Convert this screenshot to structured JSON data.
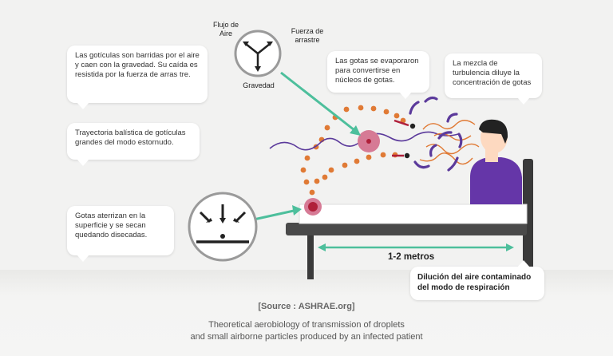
{
  "bubbles": {
    "swept": "Las gotículas son barridas por el aire y caen con la gravedad. Su caída es resistida por la fuerza de arras tre.",
    "ballistic": "Trayectoria balística de gotículas grandes del modo estornudo.",
    "land": "Gotas aterrizan en la superficie y se secan quedando disecadas.",
    "evaporate": "Las gotas se evaporaron para convertirse en núcleos de gotas.",
    "turbulence": "La mezcla de turbulencia diluye la concentración de gotas"
  },
  "force_labels": {
    "airflow": "Flujo de Aire",
    "drag": "Fuerza de arrastre",
    "gravity": "Gravedad"
  },
  "distance_label": "1-2 metros",
  "dilution_label": "Dilución del aire contaminado del modo de respiración",
  "source": "[Source : ASHRAE.org]",
  "caption_line1": "Theoretical aerobiology of transmission of droplets",
  "caption_line2": "and small airborne particles produced by an infected patient",
  "colors": {
    "teal": "#4dbf9c",
    "orange": "#e07a35",
    "purple": "#5b3a9b",
    "droplet_pink": "#d67a95",
    "dark_red": "#b0203a"
  }
}
